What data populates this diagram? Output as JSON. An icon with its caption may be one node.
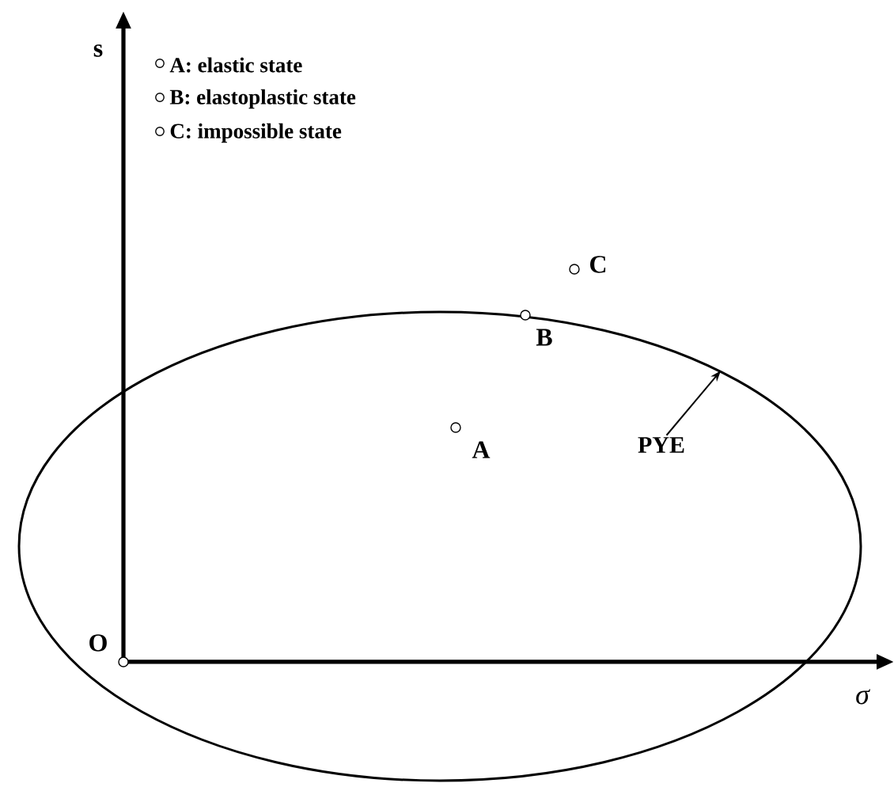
{
  "diagram": {
    "nodes": [
      {
        "text": [],
        "shape": "ellipse"
      },
      {
        "text": [],
        "shape": "circle",
        "beside": [
          "A"
        ],
        "in": 0
      },
      {
        "text": [],
        "shape": "circle",
        "beside": [
          "B"
        ]
      },
      {
        "text": [],
        "shape": "circle",
        "beside": [
          "C"
        ]
      },
      {
        "text": [
          "PYE"
        ],
        "in": 0
      }
    ],
    "edges": [
      {
        "from": 4,
        "to": 0,
        "arrow": "to"
      }
    ],
    "labels": [
      "s",
      "O",
      "σ"
    ],
    "legend": [
      {
        "text": "A: elastic state"
      },
      {
        "text": "B: elastoplastic state"
      },
      {
        "text": "C: impossible state"
      }
    ]
  }
}
